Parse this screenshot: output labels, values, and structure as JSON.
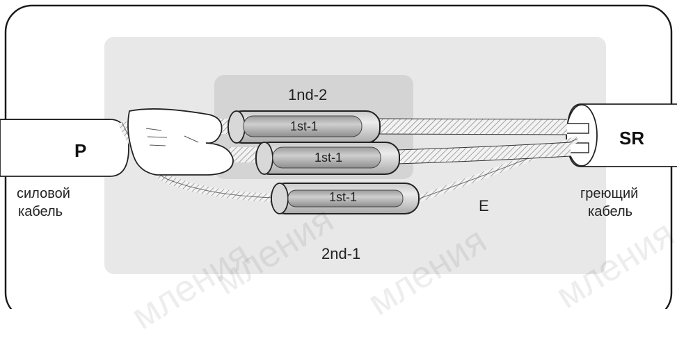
{
  "diagram": {
    "outer_zone_label": "2nd-1",
    "inner_zone_label": "1nd-2",
    "sleeve_labels": [
      "1st-1",
      "1st-1",
      "1st-1"
    ],
    "earth_label": "E",
    "left_cable": {
      "code": "P",
      "caption_line1": "силовой",
      "caption_line2": "кабель"
    },
    "right_cable": {
      "code": "SR",
      "caption_line1": "греющий",
      "caption_line2": "кабель"
    },
    "watermarks": [
      "мления",
      "мления",
      "мления",
      "мления"
    ]
  }
}
